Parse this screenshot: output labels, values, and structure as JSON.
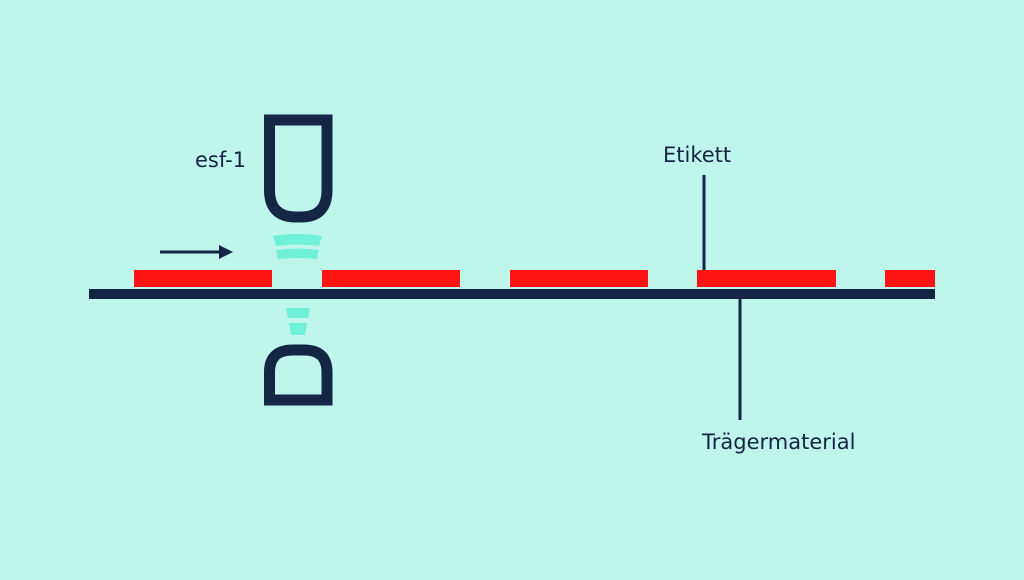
{
  "labels": {
    "sensor": "esf-1",
    "label_part": "Etikett",
    "carrier": "Trägermaterial"
  },
  "colors": {
    "background": "#bff6ec",
    "navy": "#152544",
    "label_red": "#ff1414",
    "signal": "#70f0d6"
  },
  "icons": {
    "direction": "arrow-right-icon"
  }
}
